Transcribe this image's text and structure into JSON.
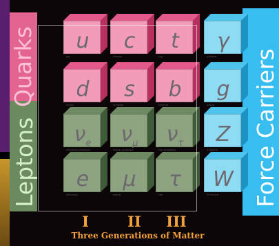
{
  "labels": {
    "quarks": "Quarks",
    "leptons": "Leptons",
    "force_carriers": "Force Carriers",
    "generations": [
      "I",
      "II",
      "III"
    ],
    "caption": "Three Generations of Matter"
  },
  "particles": {
    "quarks": [
      {
        "symbol": "u",
        "name": "up"
      },
      {
        "symbol": "c",
        "name": "charm"
      },
      {
        "symbol": "t",
        "name": "top"
      },
      {
        "symbol": "d",
        "name": "down"
      },
      {
        "symbol": "s",
        "name": "strange"
      },
      {
        "symbol": "b",
        "name": "bottom"
      }
    ],
    "leptons": [
      {
        "symbol": "ν",
        "sub": "e",
        "name": "electron neutrino"
      },
      {
        "symbol": "ν",
        "sub": "μ",
        "name": "muon neutrino"
      },
      {
        "symbol": "ν",
        "sub": "τ",
        "name": "tau neutrino"
      },
      {
        "symbol": "e",
        "name": "electron"
      },
      {
        "symbol": "μ",
        "name": "muon"
      },
      {
        "symbol": "τ",
        "name": "tau"
      }
    ],
    "force_carriers": [
      {
        "symbol": "γ",
        "name": "photon"
      },
      {
        "symbol": "g",
        "name": "gluon"
      },
      {
        "symbol": "Z",
        "name": "Z boson"
      },
      {
        "symbol": "W",
        "name": "W boson"
      }
    ]
  },
  "colors": {
    "quarks": "#f39cb9",
    "leptons": "#8ea481",
    "force_carriers": "#8edcf3",
    "generation_text": "#f2a13a"
  }
}
